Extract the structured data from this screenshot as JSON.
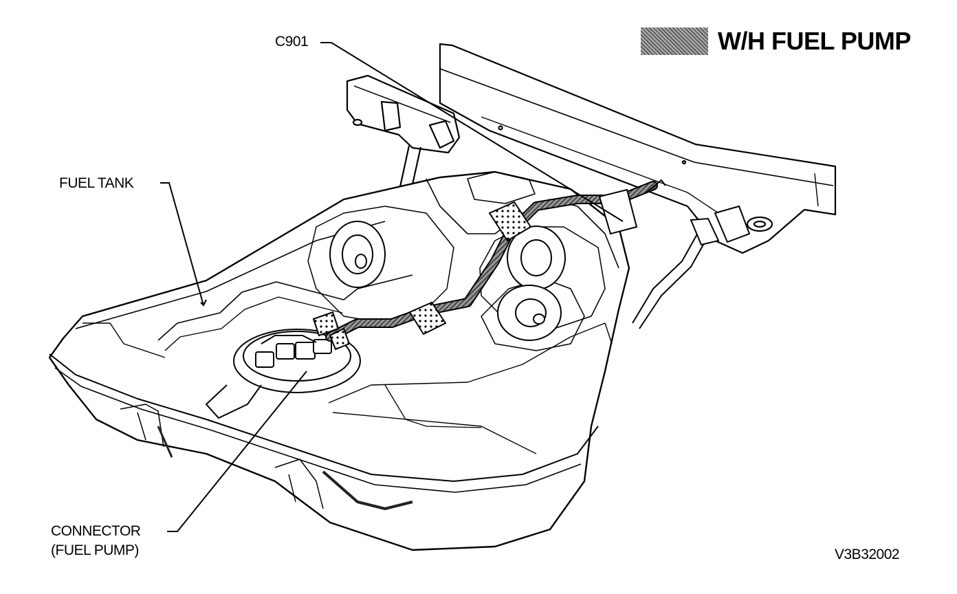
{
  "legend": {
    "swatch_color": "#8a8a8a",
    "text": "W/H FUEL PUMP"
  },
  "labels": {
    "c901": "C901",
    "fuel_tank": "FUEL TANK",
    "connector_line1": "CONNECTOR",
    "connector_line2": "(FUEL PUMP)"
  },
  "figure_id": "V3B32002"
}
